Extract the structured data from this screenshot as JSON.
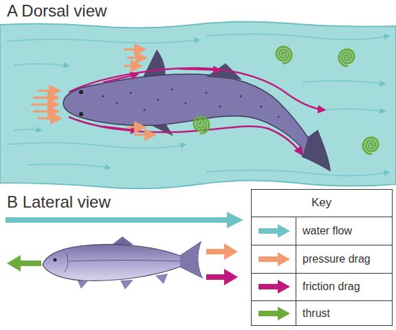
{
  "diagram": {
    "labels": [
      "A Dorsal view",
      "B Lateral view",
      "Key"
    ],
    "legend": [
      {
        "text": "water flow",
        "color": "#6fc3c6"
      },
      {
        "text": "pressure drag",
        "color": "#f39a70"
      },
      {
        "text": "friction drag",
        "color": "#c0187c"
      },
      {
        "text": "thrust",
        "color": "#6cab3c"
      }
    ]
  }
}
